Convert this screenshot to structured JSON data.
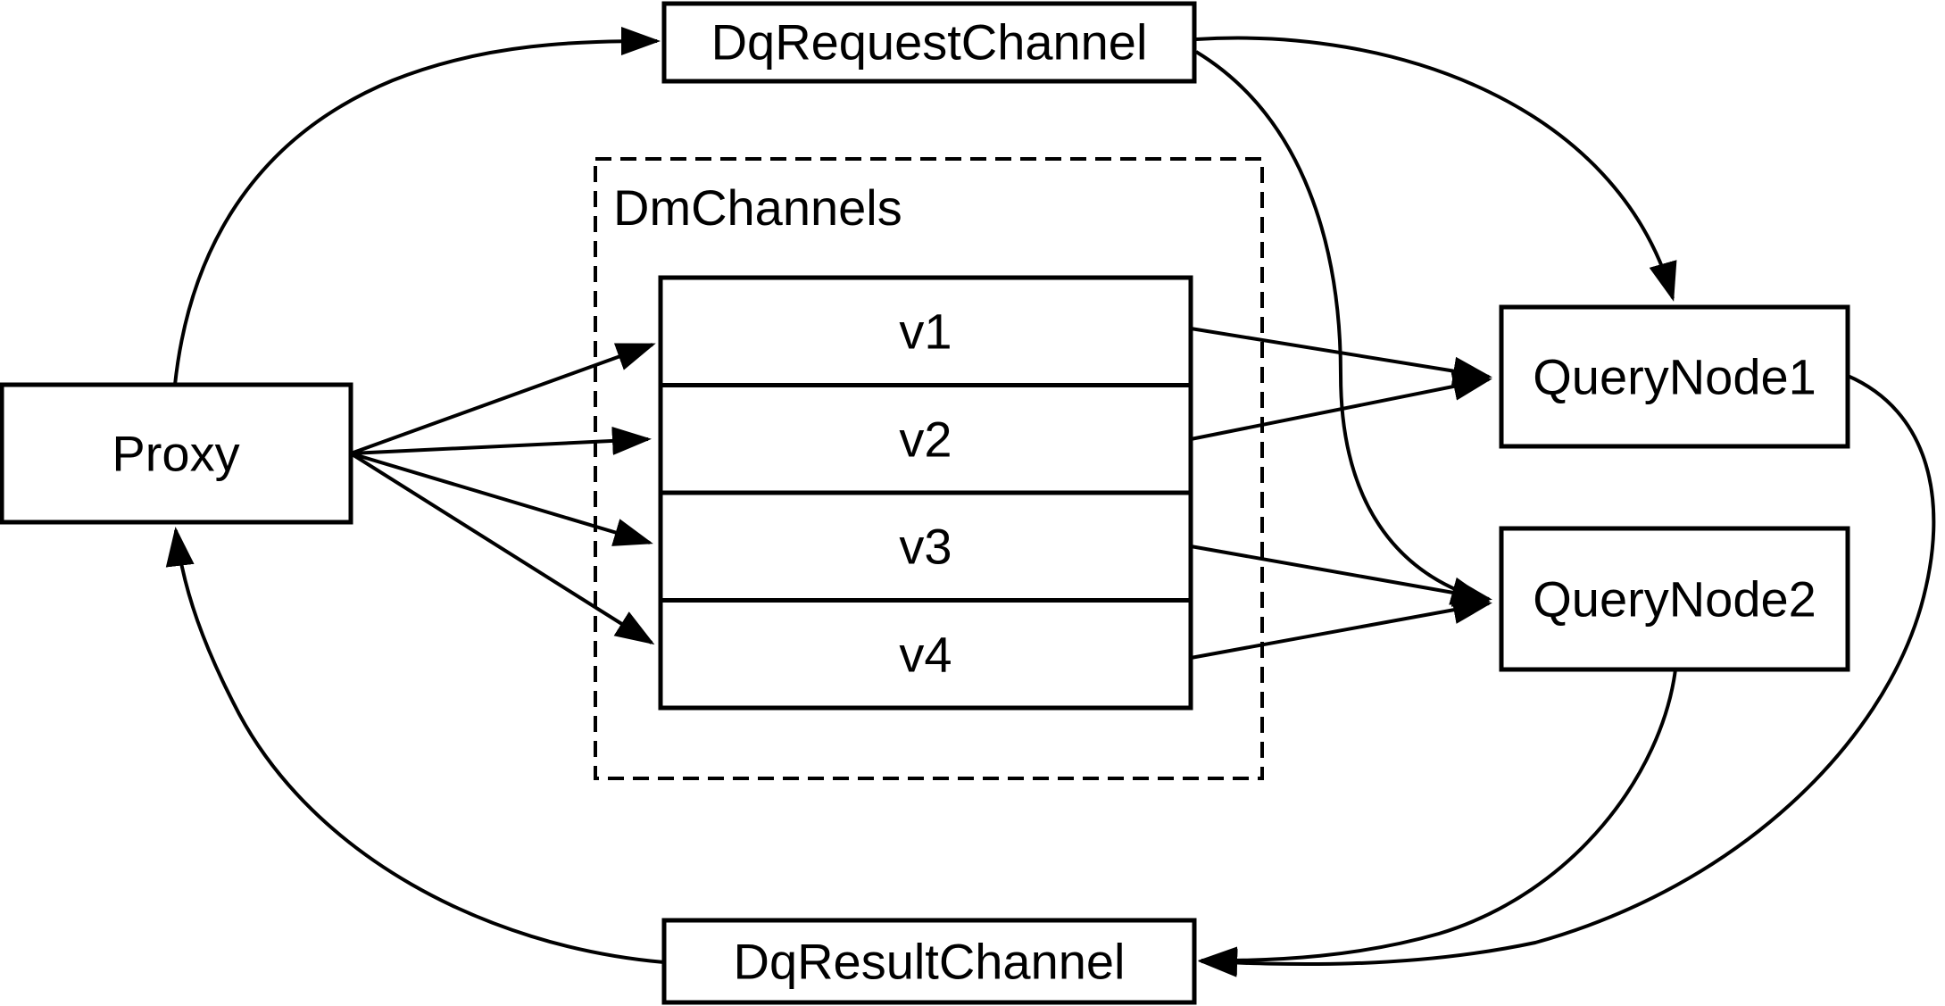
{
  "nodes": {
    "proxy": {
      "label": "Proxy"
    },
    "dq_request_channel": {
      "label": "DqRequestChannel"
    },
    "dm_channels": {
      "label": "DmChannels"
    },
    "v1": {
      "label": "v1"
    },
    "v2": {
      "label": "v2"
    },
    "v3": {
      "label": "v3"
    },
    "v4": {
      "label": "v4"
    },
    "query_node_1": {
      "label": "QueryNode1"
    },
    "query_node_2": {
      "label": "QueryNode2"
    },
    "dq_result_channel": {
      "label": "DqResultChannel"
    }
  },
  "edges": [
    {
      "from": "Proxy",
      "to": "DqRequestChannel"
    },
    {
      "from": "Proxy",
      "to": "v1"
    },
    {
      "from": "Proxy",
      "to": "v2"
    },
    {
      "from": "Proxy",
      "to": "v3"
    },
    {
      "from": "Proxy",
      "to": "v4"
    },
    {
      "from": "v1",
      "to": "QueryNode1"
    },
    {
      "from": "v2",
      "to": "QueryNode1"
    },
    {
      "from": "v3",
      "to": "QueryNode2"
    },
    {
      "from": "v4",
      "to": "QueryNode2"
    },
    {
      "from": "DqRequestChannel",
      "to": "QueryNode1"
    },
    {
      "from": "DqRequestChannel",
      "to": "QueryNode2"
    },
    {
      "from": "QueryNode1",
      "to": "DqResultChannel"
    },
    {
      "from": "QueryNode2",
      "to": "DqResultChannel"
    },
    {
      "from": "DqResultChannel",
      "to": "Proxy"
    }
  ],
  "colors": {
    "line": "#000000",
    "node_fill": "#ffffff",
    "background": "#ffffff"
  }
}
